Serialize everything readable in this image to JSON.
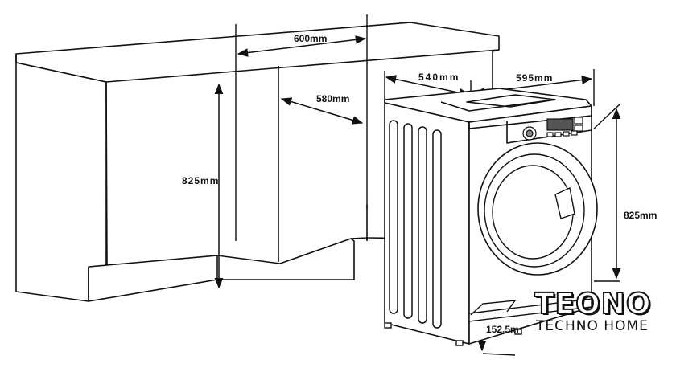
{
  "dimensions": {
    "cabinet_width": "600mm",
    "cabinet_depth": "580mm",
    "cabinet_height": "825mm",
    "machine_depth": "540mm",
    "machine_width": "595mm",
    "machine_height": "825mm",
    "plinth_height": "152.5m"
  },
  "logo": {
    "name": "TEONO",
    "tagline": "TECHNO HOME"
  }
}
